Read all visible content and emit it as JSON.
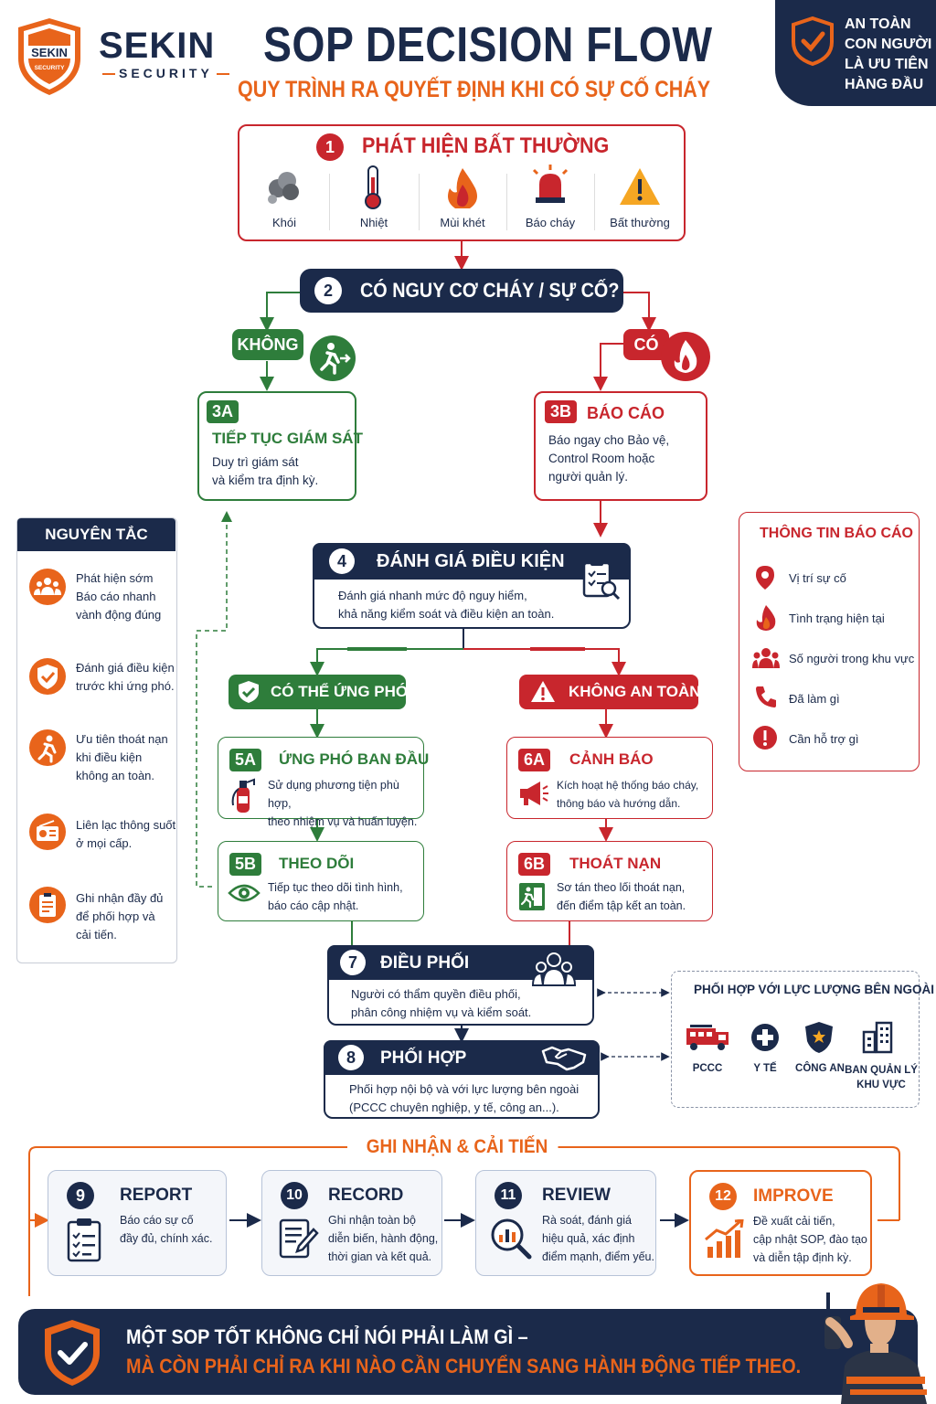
{
  "header": {
    "logo_text": "SEKIN",
    "logo_sub": "SECURITY",
    "brand": "SEKIN",
    "brand_sub": "SECURITY",
    "title": "SOP DECISION FLOW",
    "subtitle": "QUY TRÌNH RA QUYẾT ĐỊNH KHI CÓ SỰ CỐ CHÁY",
    "badge_lines": [
      "AN TOÀN",
      "CON NGƯỜI",
      "LÀ ƯU TIÊN",
      "HÀNG ĐẦU"
    ]
  },
  "step1": {
    "num": "1",
    "title": "PHÁT HIỆN BẤT THƯỜNG",
    "items": [
      {
        "label": "Khói",
        "icon": "smoke-icon"
      },
      {
        "label": "Nhiệt",
        "icon": "thermometer-icon"
      },
      {
        "label": "Mùi khét",
        "icon": "fire-icon"
      },
      {
        "label": "Báo cháy",
        "icon": "alarm-icon"
      },
      {
        "label": "Bất thường",
        "icon": "warning-icon"
      }
    ]
  },
  "step2": {
    "num": "2",
    "title": "CÓ NGUY CƠ CHÁY / SỰ CỐ?"
  },
  "branch_no": "KHÔNG",
  "branch_yes": "CÓ",
  "step3a": {
    "tag": "3A",
    "title": "TIẾP TỤC GIÁM SÁT",
    "desc": [
      "Duy trì giám sát",
      "và kiểm tra định kỳ."
    ]
  },
  "step3b": {
    "tag": "3B",
    "title": "BÁO CÁO",
    "desc": [
      "Báo ngay cho Bảo vệ,",
      "Control Room hoặc",
      "người quản lý."
    ]
  },
  "principles": {
    "title": "NGUYÊN TẮC",
    "items": [
      {
        "lines": [
          "Phát hiện sớm",
          "Báo cáo nhanh",
          "vành động đúng"
        ],
        "icon": "people-icon"
      },
      {
        "lines": [
          "Đánh giá điều kiện",
          "trước khi ứng phó."
        ],
        "icon": "check-shield-icon"
      },
      {
        "lines": [
          "Ưu tiên thoát nạn",
          "khi điều kiện",
          "không an toàn."
        ],
        "icon": "running-person-icon"
      },
      {
        "lines": [
          "Liên lạc thông suốt",
          "ở mọi cấp."
        ],
        "icon": "radio-icon"
      },
      {
        "lines": [
          "Ghi nhận đầy đủ",
          "để phối hợp và",
          "cải tiến."
        ],
        "icon": "clipboard-icon"
      }
    ]
  },
  "report_info": {
    "title": "THÔNG TIN BÁO CÁO",
    "items": [
      {
        "label": "Vị trí sự cố",
        "icon": "location-pin-icon"
      },
      {
        "label": "Tình trạng hiện tại",
        "icon": "flame-icon"
      },
      {
        "label": "Số người trong khu vực",
        "icon": "group-icon"
      },
      {
        "label": "Đã làm gì",
        "icon": "phone-icon"
      },
      {
        "label": "Cần hỗ trợ gì",
        "icon": "alert-circle-icon"
      }
    ]
  },
  "step4": {
    "num": "4",
    "title": "ĐÁNH GIÁ ĐIỀU KIỆN",
    "desc": [
      "Đánh giá nhanh mức độ nguy hiểm,",
      "khả năng kiểm soát và điều kiện an toàn."
    ]
  },
  "can_respond": "CÓ THỂ ỨNG PHÓ",
  "not_safe": "KHÔNG AN TOÀN",
  "step5a": {
    "tag": "5A",
    "title": "ỨNG PHÓ BAN ĐẦU",
    "desc": [
      "Sử dụng phương tiện phù hợp,",
      "theo nhiệm vụ và huấn luyện."
    ]
  },
  "step5b": {
    "tag": "5B",
    "title": "THEO DÕI",
    "desc": [
      "Tiếp tục theo dõi tình hình,",
      "báo cáo cập nhật."
    ]
  },
  "step6a": {
    "tag": "6A",
    "title": "CẢNH BÁO",
    "desc": [
      "Kích hoạt hệ thống báo cháy,",
      "thông báo và hướng dẫn."
    ]
  },
  "step6b": {
    "tag": "6B",
    "title": "THOÁT NẠN",
    "desc": [
      "Sơ tán theo lối thoát nạn,",
      "đến điểm tập kết an toàn."
    ]
  },
  "step7": {
    "num": "7",
    "title": "ĐIỀU PHỐI",
    "desc": [
      "Người có thẩm quyền điều phối,",
      "phân công nhiệm vụ và kiểm soát."
    ]
  },
  "step8": {
    "num": "8",
    "title": "PHỐI HỢP",
    "desc": [
      "Phối hợp nội bộ và với lực lượng bên ngoài",
      "(PCCC chuyên nghiệp, y tế, công an...)."
    ]
  },
  "external": {
    "title": "PHỐI HỢP VỚI LỰC LƯỢNG BÊN NGOÀI",
    "items": [
      {
        "label": "PCCC",
        "icon": "fire-truck-icon"
      },
      {
        "label": "Y TẾ",
        "icon": "medical-cross-icon"
      },
      {
        "label": "CÔNG AN",
        "icon": "police-badge-icon"
      },
      {
        "label": "BAN QUẢN LÝ\nKHU VỰC",
        "icon": "building-icon"
      }
    ]
  },
  "improve_section": {
    "title": "GHI NHẬN & CẢI TIẾN",
    "steps": [
      {
        "num": "9",
        "title": "REPORT",
        "desc": [
          "Báo cáo sự cố",
          "đầy đủ, chính xác."
        ],
        "icon": "clipboard-list-icon"
      },
      {
        "num": "10",
        "title": "RECORD",
        "desc": [
          "Ghi nhận toàn bộ",
          "diễn biến, hành động,",
          "thời gian và kết quả."
        ],
        "icon": "notebook-pen-icon"
      },
      {
        "num": "11",
        "title": "REVIEW",
        "desc": [
          "Rà soát, đánh giá",
          "hiệu quả, xác định",
          "điểm mạnh, điểm yếu."
        ],
        "icon": "magnifier-chart-icon"
      },
      {
        "num": "12",
        "title": "IMPROVE",
        "desc": [
          "Đề xuất cải tiến,",
          "cập nhật SOP, đào tạo",
          "và diễn tập định kỳ."
        ],
        "icon": "growth-chart-icon"
      }
    ]
  },
  "footer": {
    "line1": "MỘT SOP TỐT KHÔNG CHỈ NÓI PHẢI LÀM GÌ –",
    "line2": "MÀ CÒN PHẢI CHỈ RA KHI NÀO CẦN CHUYỂN SANG HÀNH ĐỘNG TIẾP THEO."
  },
  "colors": {
    "navy": "#1b2a4a",
    "red": "#c8262d",
    "green": "#2e7d3b",
    "orange": "#e8641b"
  }
}
